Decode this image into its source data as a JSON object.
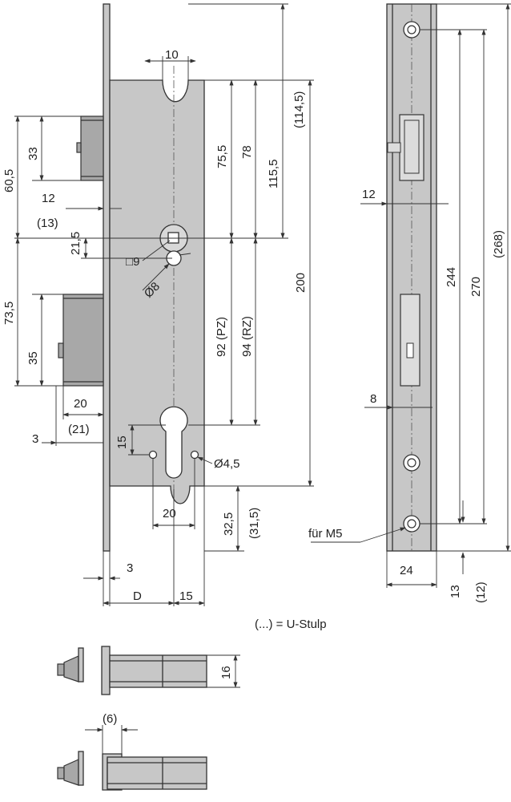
{
  "front_view": {
    "width_top": "10",
    "latch_height": "33",
    "latch_offset": "60,5",
    "faceplate_12": "12",
    "faceplate_13": "(13)",
    "follower_square": "9",
    "follower_to_hole": "21,5",
    "hole_diameter": "8",
    "bolt_offset": "73,5",
    "bolt_height": "35",
    "bolt_throw_20": "20",
    "bolt_throw_21": "(21)",
    "plate_3_left": "3",
    "cylinder_15": "15",
    "screw_hole": "Ø4,5",
    "cylinder_width": "20",
    "bottom_32_5": "32,5",
    "bottom_31_5": "(31,5)",
    "plate_3_bottom": "3",
    "backset": "D",
    "backset_15": "15",
    "top_75_5": "75,5",
    "top_78": "78",
    "top_115_5": "115,5",
    "top_114_5": "(114,5)",
    "pz": "92 (PZ)",
    "rz": "94 (RZ)",
    "height_200": "200"
  },
  "side_view": {
    "faceplate_12": "12",
    "faceplate_8": "8",
    "dim_244": "244",
    "dim_270": "270",
    "dim_268": "(268)",
    "screw_label": "für M5",
    "width_24": "24",
    "dim_13": "13",
    "dim_12": "(12)"
  },
  "legend": {
    "note": "(...) = U-Stulp"
  },
  "bolt_views": {
    "bolt_height": "16",
    "offset_6": "(6)"
  }
}
